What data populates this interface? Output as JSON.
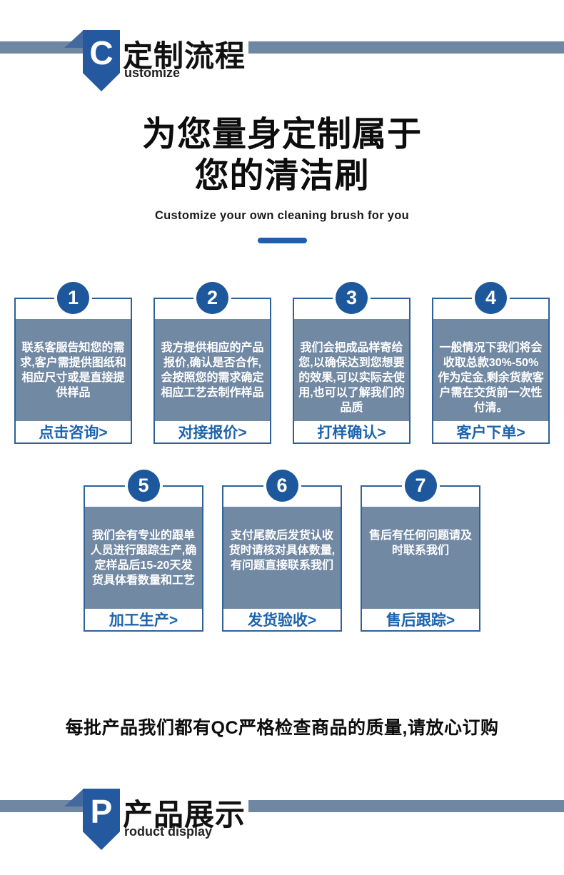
{
  "colors": {
    "ribbon_blue": "#24599f",
    "ribbon_fold": "#44699f",
    "band_bar_slate": "#6f87a2",
    "card_fill_slate": "#7289a4",
    "card_border_blue": "#2d6197",
    "badge_blue": "#1d589c",
    "link_blue": "#1c64ae",
    "divider_blue": "#1e5fad",
    "text_dark": "#111111"
  },
  "section_customize": {
    "initial": "C",
    "title": "定制流程",
    "subtitle": "ustomize"
  },
  "hero": {
    "title_line1": "为您量身定制属于",
    "title_line2": "您的清洁刷",
    "subtitle": "Customize your own cleaning brush for you"
  },
  "steps": [
    {
      "number": "1",
      "body": "联系客服告知您的需求,客户需提供图纸和相应尺寸或是直接提供样品",
      "label": "点击咨询>"
    },
    {
      "number": "2",
      "body": "我方提供相应的产品报价,确认是否合作,会按照您的需求确定相应工艺去制作样品",
      "label": "对接报价>"
    },
    {
      "number": "3",
      "body": "我们会把成品样寄给您,以确保达到您想要的效果,可以实际去使用,也可以了解我们的品质",
      "label": "打样确认>"
    },
    {
      "number": "4",
      "body": "一般情况下我们将会收取总款30%-50%作为定金,剩余货款客户需在交货前一次性付清。",
      "label": "客户下单>"
    },
    {
      "number": "5",
      "body": "我们会有专业的跟单人员进行跟踪生产,确定样品后15-20天发货具体看数量和工艺",
      "label": "加工生产>"
    },
    {
      "number": "6",
      "body": "支付尾款后发货认收货时请核对具体数量,有问题直接联系我们",
      "label": "发货验收>"
    },
    {
      "number": "7",
      "body": "售后有任何问题请及时联系我们",
      "label": "售后跟踪>"
    }
  ],
  "qc_note": "每批产品我们都有QC严格检查商品的质量,请放心订购",
  "section_product": {
    "initial": "P",
    "title": "产品展示",
    "subtitle": "roduct display"
  }
}
